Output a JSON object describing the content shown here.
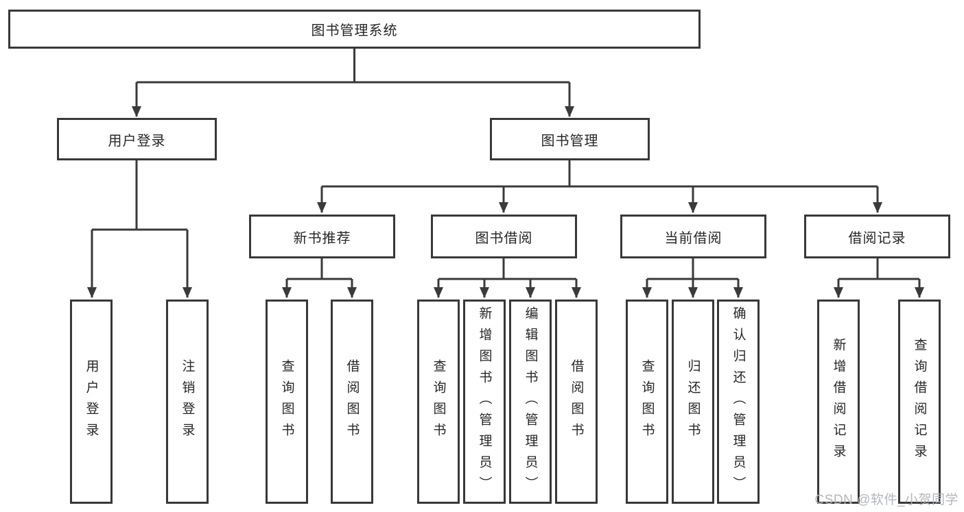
{
  "diagram": {
    "title_note": "functional structure tree of a library management system",
    "root": {
      "label": "图书管理系统"
    },
    "level2": [
      {
        "label": "用户登录"
      },
      {
        "label": "图书管理"
      }
    ],
    "level3": [
      {
        "label": "新书推荐"
      },
      {
        "label": "图书借阅"
      },
      {
        "label": "当前借阅"
      },
      {
        "label": "借阅记录"
      }
    ],
    "leaves": [
      {
        "label": "用户登录"
      },
      {
        "label": "注销登录"
      },
      {
        "label": "查询图书"
      },
      {
        "label": "借阅图书"
      },
      {
        "label": "查询图书"
      },
      {
        "label": "新增图书（管理员）"
      },
      {
        "label": "编辑图书（管理员）"
      },
      {
        "label": "借阅图书"
      },
      {
        "label": "查询图书"
      },
      {
        "label": "归还图书"
      },
      {
        "label": "确认归还（管理员）"
      },
      {
        "label": "新增借阅记录"
      },
      {
        "label": "查询借阅记录"
      }
    ],
    "colors": {
      "line": "#3a3a3a",
      "box_border": "#383838",
      "box_fill": "#ffffff",
      "text": "#262626",
      "watermark": "#aeb2b9"
    }
  },
  "watermark": {
    "text": "CSDN @软件_小贺同学"
  }
}
